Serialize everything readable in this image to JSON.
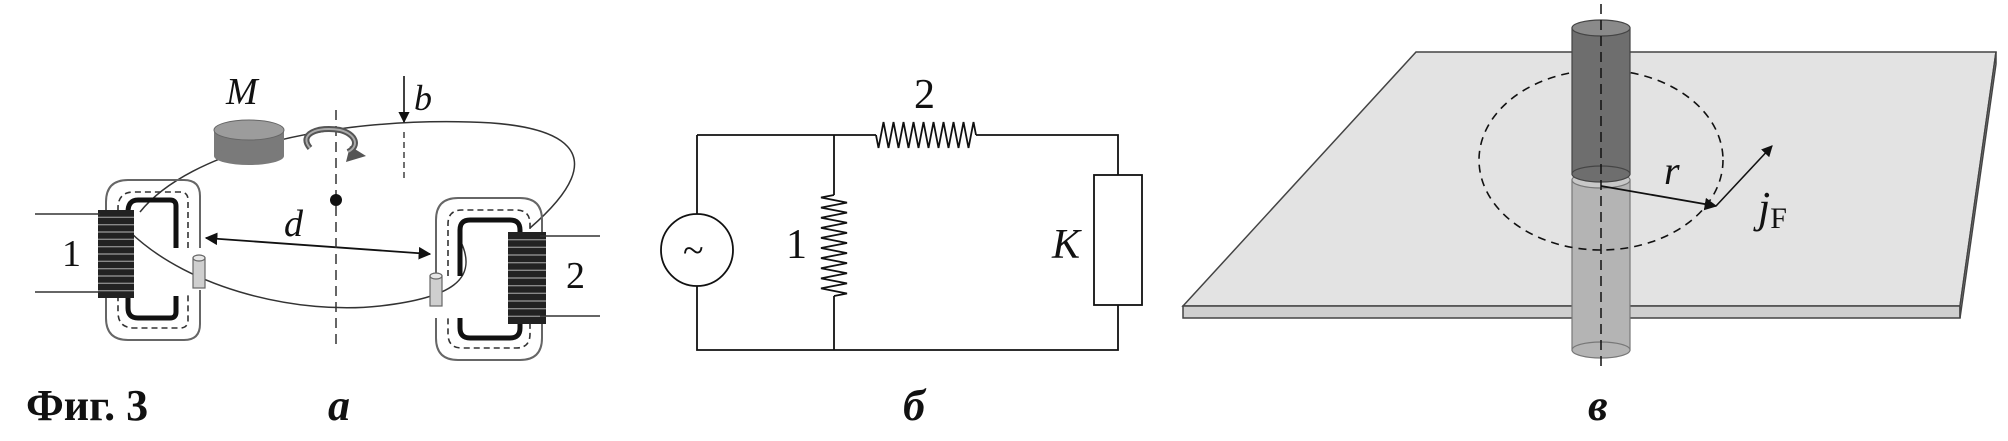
{
  "figure": {
    "caption": "Фиг. 3",
    "panel_a": {
      "letter": "а",
      "label_M": "M",
      "label_b": "b",
      "label_d": "d",
      "label_coil_1": "1",
      "label_coil_2": "2"
    },
    "panel_b": {
      "letter": "б",
      "label_resistor_1": "1",
      "label_resistor_2": "2",
      "label_K": "K",
      "source_symbol": "~"
    },
    "panel_c": {
      "letter": "в",
      "label_r": "r",
      "label_j": "j",
      "label_j_sub": "F"
    }
  },
  "colors": {
    "stroke": "#111111",
    "plate_fill": "#e3e3e3",
    "plate_edge": "#c8c8c8",
    "cylinder_dark": "#6e6e6e",
    "cylinder_light": "#b4b4b4",
    "magnet": "#8a8a8a"
  }
}
